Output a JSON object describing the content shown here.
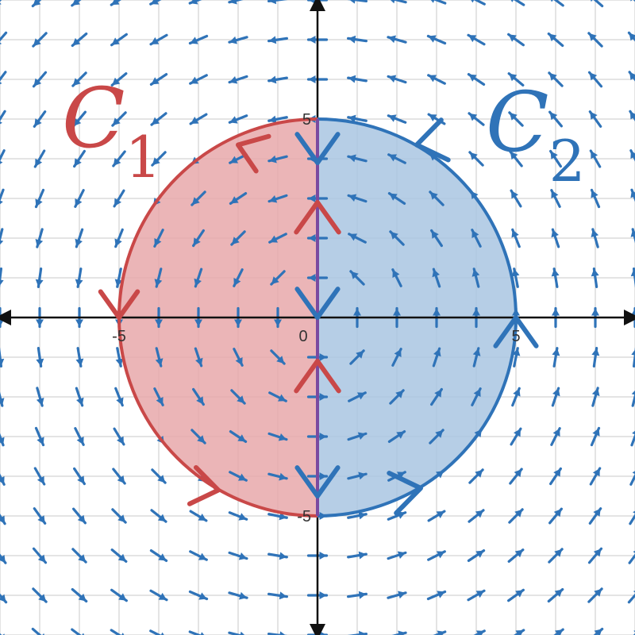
{
  "figure": {
    "x_range": [
      -8,
      8
    ],
    "y_range": [
      -8,
      8
    ],
    "grid_step": 1,
    "grid": true,
    "field_arrow_spacing": 1,
    "colors": {
      "background": "#ffffff",
      "grid": "#c8c8c8",
      "axis": "#111111",
      "field_arrows": "#2f73b8",
      "c1": "#c94848",
      "c1_fill": "#e8a8aa",
      "c2": "#2f73b8",
      "c2_fill": "#a9c5e2",
      "shared_edge": "#7a4aa0"
    }
  },
  "axes": {
    "x_ticks": [
      {
        "value": -5,
        "label": "-5"
      },
      {
        "value": 0,
        "label": "0"
      },
      {
        "value": 5,
        "label": "5"
      }
    ],
    "y_ticks": [
      {
        "value": 5,
        "label": "5"
      },
      {
        "value": -5,
        "label": "-5"
      }
    ]
  },
  "curves": {
    "radius": 5,
    "c1": {
      "name": "C",
      "subscript": "1",
      "region": "left half-disk"
    },
    "c2": {
      "name": "C",
      "subscript": "2",
      "region": "right half-disk"
    }
  }
}
